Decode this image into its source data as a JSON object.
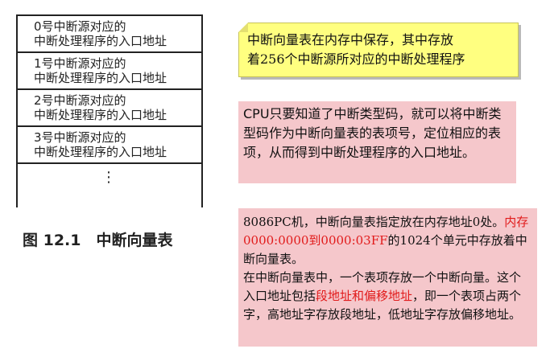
{
  "vector_table": {
    "rows": [
      {
        "line1": "0号中断源对应的",
        "line2": "中断处理程序的入口地址"
      },
      {
        "line1": "1号中断源对应的",
        "line2": "中断处理程序的入口地址"
      },
      {
        "line1": "2号中断源对应的",
        "line2": "中断处理程序的入口地址"
      },
      {
        "line1": "3号中断源对应的",
        "line2": "中断处理程序的入口地址"
      }
    ],
    "ellipsis": "⋮",
    "caption": "图 12.1　中断向量表"
  },
  "note_yellow": {
    "text_a": "中断向量表在内存中保存，其中存放",
    "text_b": "着256个中断源所对应的中断处理程序"
  },
  "box_cpu": {
    "lead": "CPU",
    "text": "只要知道了中断类型码，就可以将中断类型码作为中断向量表的表项号，定位相应的表项，从而得到中断处理程序的入口地址。"
  },
  "box_8086": {
    "part1": "8086PC机，中断向量表指定放在内存地址0处。",
    "part2_red": "内存0000:0000到0000:03FF",
    "part3": "的1024个单元中存放着中断向量表。",
    "part4": "在中断向量表中，一个表项存放一个中断向量。这个入口地址包括",
    "part5_red": "段地址和偏移地址",
    "part6": "，即一个表项占两个字，高地址字存放段地址，低地址字存放偏移地址。"
  },
  "colors": {
    "note_bg": "#ffff80",
    "box_bg": "#f5c7cb",
    "highlight": "#e11a1a"
  }
}
